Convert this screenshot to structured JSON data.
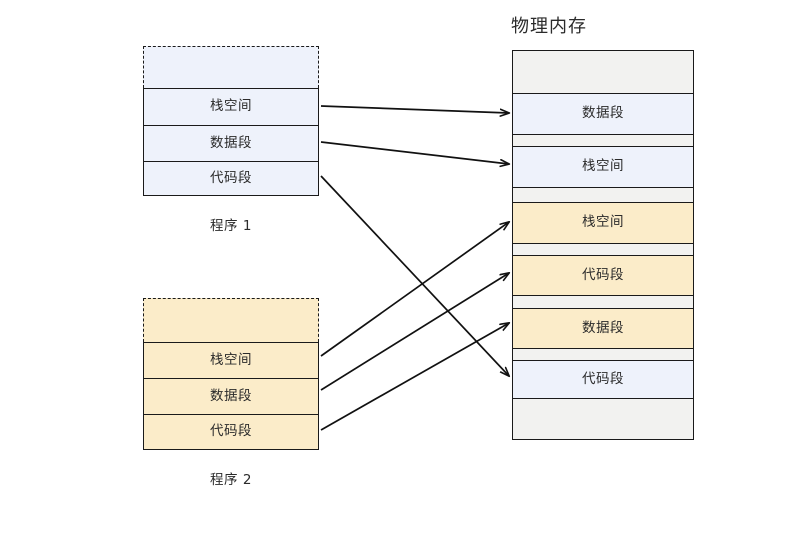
{
  "title": "物理内存",
  "colors": {
    "program1_fill": "#eef2fb",
    "program2_fill": "#fbecc9",
    "free_fill": "#f2f2f0",
    "stroke": "#1a1a1a",
    "text": "#2b2b2b"
  },
  "labels": {
    "stack": "栈空间",
    "data": "数据段",
    "code": "代码段"
  },
  "programs": [
    {
      "caption": "程序 1",
      "fill": "blue",
      "segments": [
        {
          "label": "",
          "kind": "dashed"
        },
        {
          "label": "栈空间",
          "kind": "solid"
        },
        {
          "label": "数据段",
          "kind": "solid"
        },
        {
          "label": "代码段",
          "kind": "solid"
        }
      ]
    },
    {
      "caption": "程序 2",
      "fill": "yellow",
      "segments": [
        {
          "label": "",
          "kind": "dashed"
        },
        {
          "label": "栈空间",
          "kind": "solid"
        },
        {
          "label": "数据段",
          "kind": "solid"
        },
        {
          "label": "代码段",
          "kind": "solid"
        }
      ]
    }
  ],
  "memory": {
    "title": "物理内存",
    "cells": [
      {
        "label": "",
        "owner": "free"
      },
      {
        "label": "数据段",
        "owner": "program1"
      },
      {
        "label": "",
        "owner": "free"
      },
      {
        "label": "栈空间",
        "owner": "program1"
      },
      {
        "label": "",
        "owner": "free"
      },
      {
        "label": "栈空间",
        "owner": "program2"
      },
      {
        "label": "",
        "owner": "free"
      },
      {
        "label": "代码段",
        "owner": "program2"
      },
      {
        "label": "",
        "owner": "free"
      },
      {
        "label": "数据段",
        "owner": "program2"
      },
      {
        "label": "",
        "owner": "free"
      },
      {
        "label": "代码段",
        "owner": "program1"
      },
      {
        "label": "",
        "owner": "free"
      }
    ]
  },
  "mappings": [
    {
      "from": "program1.栈空间",
      "to": "memory.数据段",
      "note": "arrow"
    },
    {
      "from": "program1.数据段",
      "to": "memory.栈空间",
      "note": "arrow"
    },
    {
      "from": "program1.代码段",
      "to": "memory.代码段",
      "note": "arrow"
    },
    {
      "from": "program2.栈空间",
      "to": "memory.栈空间",
      "note": "arrow"
    },
    {
      "from": "program2.数据段",
      "to": "memory.代码段",
      "note": "arrow"
    },
    {
      "from": "program2.代码段",
      "to": "memory.数据段",
      "note": "arrow"
    }
  ]
}
